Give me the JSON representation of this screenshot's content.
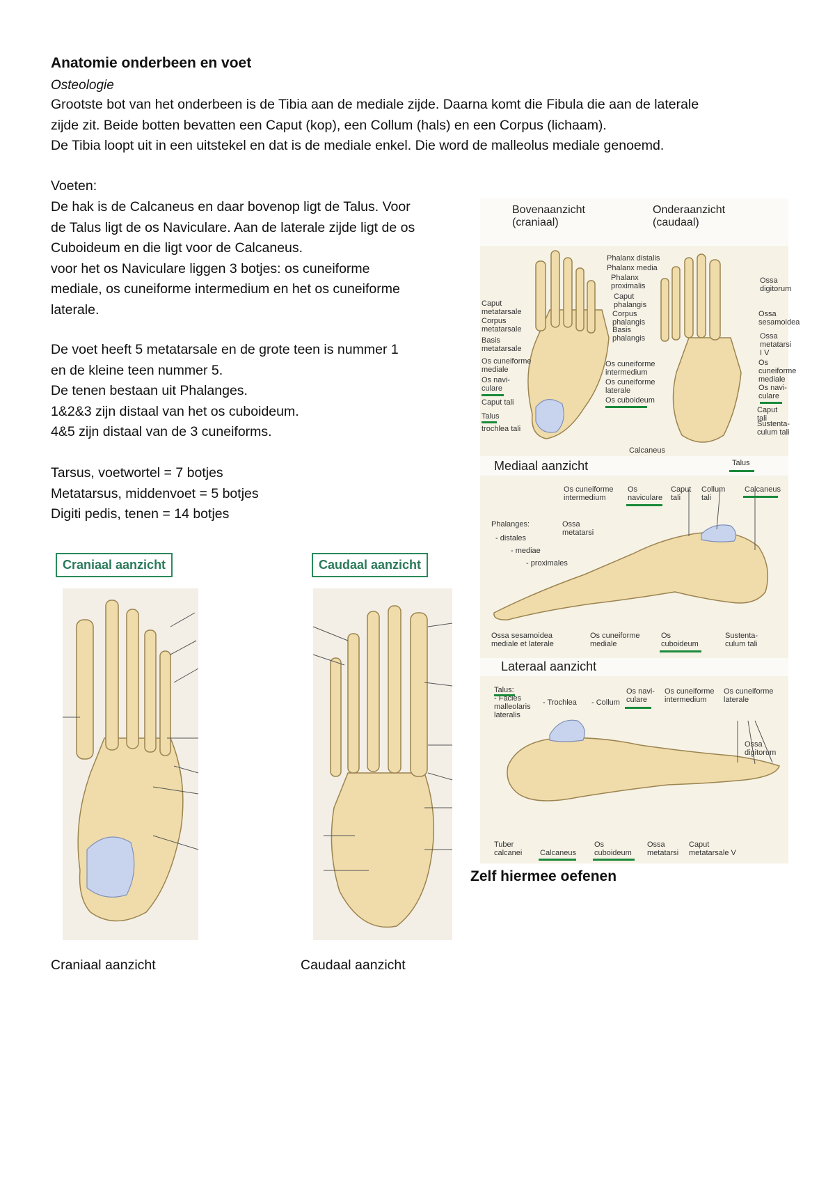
{
  "doc": {
    "title": "Anatomie onderbeen en voet",
    "subtitle": "Osteologie",
    "intro": "Grootste bot van het onderbeen is de Tibia aan de mediale zijde. Daarna komt die Fibula die aan de laterale\nzijde zit. Beide botten bevatten een Caput (kop), een Collum (hals) en een Corpus (lichaam).\nDe Tibia loopt uit in een uitstekel en dat is de mediale enkel. Die word de malleolus mediale genoemd.",
    "voeten_heading": "Voeten:",
    "voeten": "De hak is de Calcaneus en daar bovenop ligt de Talus. Voor\nde Talus ligt de os Naviculare. Aan de laterale zijde ligt de os\nCuboideum en die ligt voor de Calcaneus.\nvoor het os Naviculare liggen 3 botjes: os cuneiforme\nmediale, os cuneiforme intermedium en het os cuneiforme\nlaterale.",
    "meta": "De voet heeft 5 metatarsale en de grote teen is nummer 1\nen de kleine teen nummer 5.\nDe tenen bestaan uit Phalanges.\n1&2&3 zijn distaal van het os cuboideum.\n4&5 zijn distaal van de 3 cuneiforms.",
    "tarsus": "Tarsus, voetwortel = 7 botjes\nMetatarsus, middenvoet = 5 botjes\nDigiti pedis, tenen = 14 botjes",
    "oefenen": "Zelf hiermee oefenen",
    "caption_left": "Craniaal aanzicht",
    "caption_right": "Caudaal aanzicht"
  },
  "fig_top": {
    "head_left": "Bovenaanzicht\n(craniaal)",
    "head_right": "Onderaanzicht\n(caudaal)",
    "labels_left": [
      "Caput\nmetatarsale",
      "Corpus\nmetatarsale",
      "Basis\nmetatarsale",
      "Os cuneiforme\nmediale",
      "Os navi-\nculare",
      "Caput tali",
      "Talus",
      "trochlea tali"
    ],
    "labels_center": [
      "Phalanx distalis",
      "Phalanx media",
      "Phalanx\nproximalis",
      "Caput\nphalangis",
      "Corpus\nphalangis",
      "Basis\nphalangis",
      "Os cuneiforme\nintermedium",
      "Os cuneiforme\nlaterale",
      "Os cuboideum",
      "Calcaneus"
    ],
    "labels_right": [
      "Ossa\ndigitorum",
      "Ossa\nsesamoidea",
      "Ossa\nmetatarsi\nI V",
      "Os\ncuneiforme\nmediale",
      "Os navi-\nculare",
      "Caput tali",
      "Sustenta-\nculum tali"
    ]
  },
  "fig_medial": {
    "title": "Mediaal aanzicht",
    "talus": "Talus",
    "top_labels": [
      "Os cuneiforme\nintermedium",
      "Os\nnaviculare",
      "Caput\ntali",
      "Collum\ntali",
      "Calcaneus"
    ],
    "left_labels": [
      "Phalanges:",
      "- distales",
      "- mediae",
      "- proximales",
      "Ossa\nmetatarsi"
    ],
    "bottom_labels": [
      "Ossa sesamoidea\nmediale et laterale",
      "Os cuneiforme\nmediale",
      "Os\ncuboideum",
      "Sustenta-\nculum tali"
    ]
  },
  "fig_lateral": {
    "title": "Lateraal aanzicht",
    "top_labels": [
      "Talus:\n- Facies\nmalleolaris\nlateralis",
      "- Trochlea",
      "- Collum",
      "Os navi-\nculare",
      "Os cuneiforme\nintermedium",
      "Os cuneiforme\nlaterale",
      "Ossa\ndigitorum"
    ],
    "bottom_labels": [
      "Tuber\ncalcanei",
      "Calcaneus",
      "Os\ncuboideum",
      "Ossa\nmetatarsi",
      "Caput\nmetatarsale V"
    ]
  },
  "fig_bottom": {
    "left_title": "Craniaal aanzicht",
    "right_title": "Caudaal aanzicht"
  },
  "colors": {
    "bone": "#efdcaa",
    "talus_blue": "#c8d4ee",
    "underline_green": "#1a8a3a",
    "box_green": "#2a8a5a"
  }
}
